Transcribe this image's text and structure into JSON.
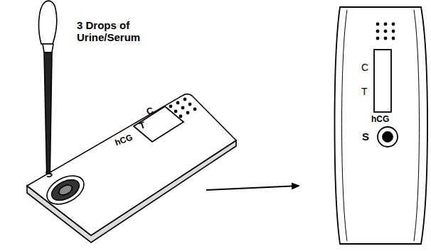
{
  "diagram": {
    "labels": [
      "3 Drops of Urine/Serum",
      "C",
      "T",
      "hCG",
      "S",
      "C",
      "T",
      "hCG",
      "S"
    ]
  }
}
